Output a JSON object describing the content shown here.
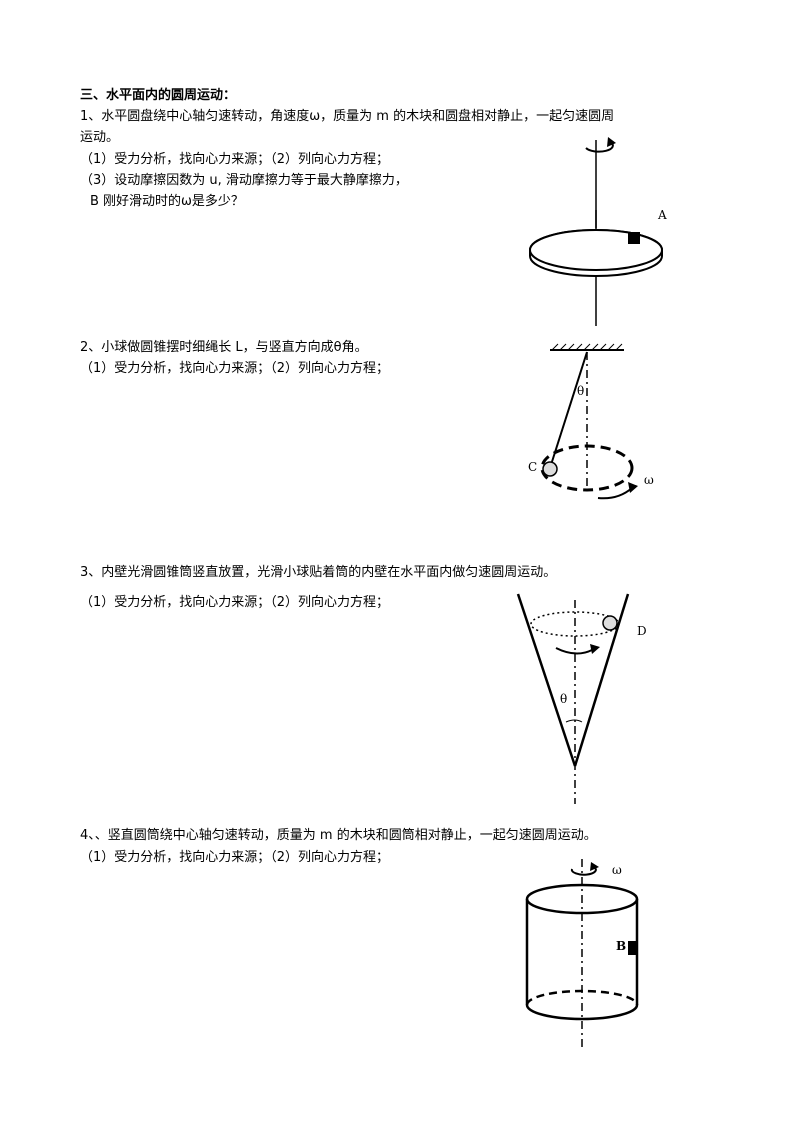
{
  "section_title": "三、水平面内的圆周运动：",
  "problems": [
    {
      "lines": [
        "1、水平圆盘绕中心轴匀速转动，角速度ω，质量为 m 的木块和圆盘相对静止，一起匀速圆周",
        "运动。",
        "（1）受力分析，找向心力来源；（2）列向心力方程；",
        "（3）设动摩擦因数为 u, 滑动摩擦力等于最大静摩擦力，",
        "B 刚好滑动时的ω是多少？"
      ],
      "figure_labels": [
        "A"
      ]
    },
    {
      "lines": [
        "2、小球做圆锥摆时细绳长 L，与竖直方向成θ角。",
        "（1）受力分析，找向心力来源；（2）列向心力方程；"
      ],
      "figure_labels": [
        "θ",
        "C",
        "ω"
      ]
    },
    {
      "lines": [
        "3、内壁光滑圆锥筒竖直放置，光滑小球贴着筒的内壁在水平面内做匀速圆周运动。",
        "（1）受力分析，找向心力来源；（2）列向心力方程；"
      ],
      "figure_labels": [
        "D",
        "θ"
      ]
    },
    {
      "lines": [
        "4、、竖直圆筒绕中心轴匀速转动，质量为 m 的木块和圆筒相对静止，一起匀速圆周运动。",
        "（1）受力分析，找向心力来源；（2）列向心力方程；"
      ],
      "figure_labels": [
        "ω",
        "B"
      ]
    }
  ]
}
